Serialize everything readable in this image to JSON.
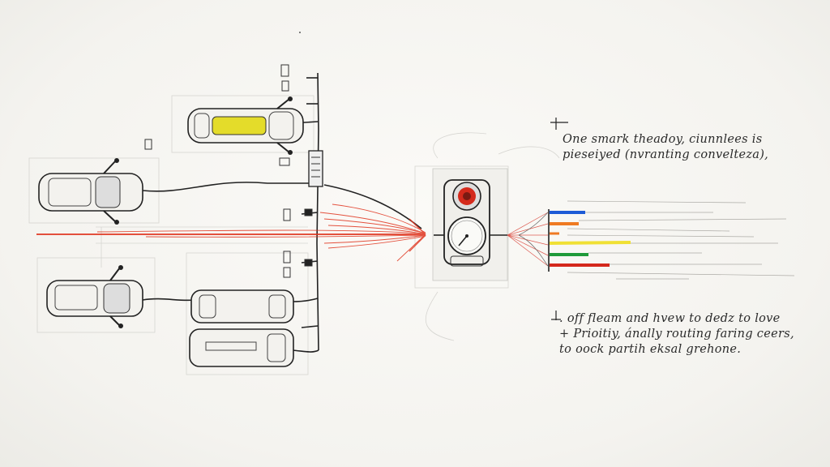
{
  "annotations": {
    "top": [
      "One smark theadoy, ciunnlees is",
      "pieseiyed (nvranting convelteza),"
    ],
    "bottom": [
      ". off fleam and hvew to dedz to love",
      "+ Prioitiy, ánally routing faring ceers,",
      "to oock partih eksal grehone."
    ]
  },
  "colors": {
    "paper": "#f7f6f2",
    "ink": "#2a2a2a",
    "red_line": "#e0341e",
    "car_yellow": "#e4dc2a",
    "signal_red": "#d42a1c",
    "out_blue": "#1d5bd6",
    "out_orange": "#ef7a22",
    "out_yellow": "#f0e034",
    "out_green": "#1f9a3a",
    "out_red": "#d4281c"
  },
  "icons": [
    "car-icon",
    "traffic-signal-icon",
    "gauge-icon",
    "controller-box-icon",
    "sensor-icon"
  ]
}
